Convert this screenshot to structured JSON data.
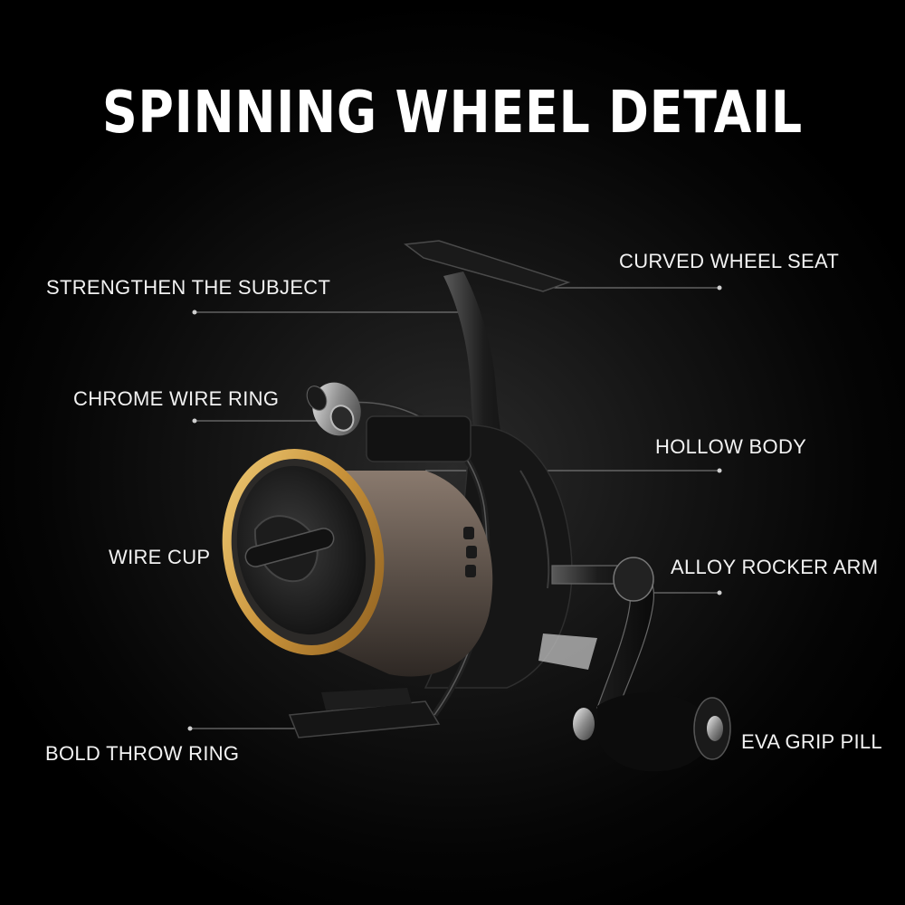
{
  "title": "SPINNING WHEEL DETAIL",
  "labels": {
    "strengthen": "STRENGTHEN THE SUBJECT",
    "chrome_ring": "CHROME WIRE RING",
    "wire_cup": "WIRE CUP",
    "bold_ring": "BOLD THROW RING",
    "wheel_seat": "CURVED WHEEL SEAT",
    "hollow_body": "HOLLOW BODY",
    "rocker_arm": "ALLOY ROCKER ARM",
    "eva_grip": "EVA GRIP PILL"
  },
  "colors": {
    "background": "#000000",
    "text": "#ffffff",
    "spool_gold": "#d9a544",
    "leader_line": "#8a8a8a"
  }
}
